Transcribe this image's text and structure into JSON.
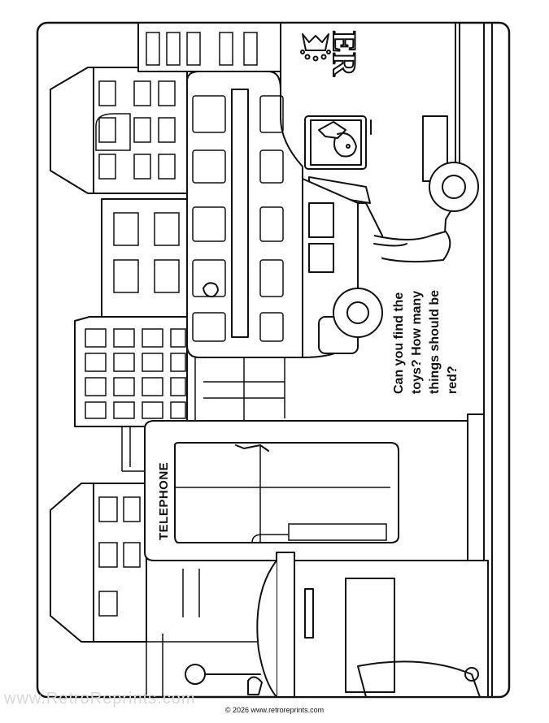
{
  "page": {
    "caption_lines": [
      "Can you find the",
      "toys? How many",
      "things should be",
      "red?"
    ],
    "telephone_sign": "TELEPHONE",
    "post_mark": "ER",
    "watermark": "www.RetroReprints.com",
    "footer": "© 2026 www.retroreprints.com"
  },
  "colors": {
    "ink": "#111111",
    "paper": "#ffffff",
    "watermark": "#d8d8d8"
  }
}
